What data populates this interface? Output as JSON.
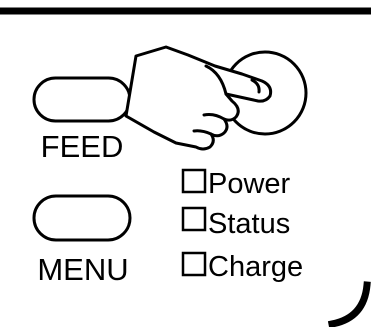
{
  "buttons": {
    "feed_label": "FEED",
    "menu_label": "MENU"
  },
  "indicators": [
    {
      "label": "Power"
    },
    {
      "label": "Status"
    },
    {
      "label": "Charge"
    }
  ],
  "icons": {
    "hand": "pointing-hand-icon"
  },
  "colors": {
    "line": "#000000",
    "background": "#ffffff"
  }
}
